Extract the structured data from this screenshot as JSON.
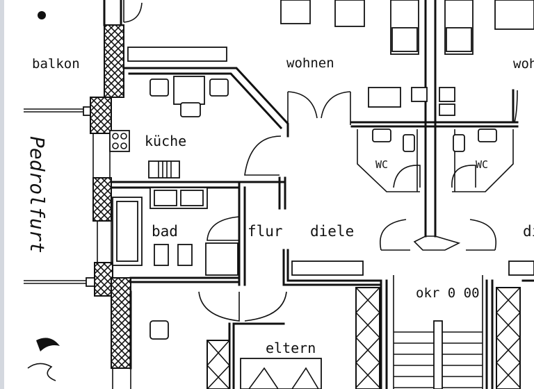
{
  "rooms": {
    "balkon": "balkon",
    "wohnen": "wohnen",
    "wohnen_right_partial": "woh",
    "kueche": "küche",
    "wc_left": "WC",
    "wc_right": "WC",
    "bad": "bad",
    "flur": "flur",
    "diele": "diele",
    "diele_right_partial": "di",
    "elevation": "okr 0 00",
    "eltern": "eltern"
  },
  "annotations": {
    "vertical_handwriting": "Pedrolfurt"
  }
}
